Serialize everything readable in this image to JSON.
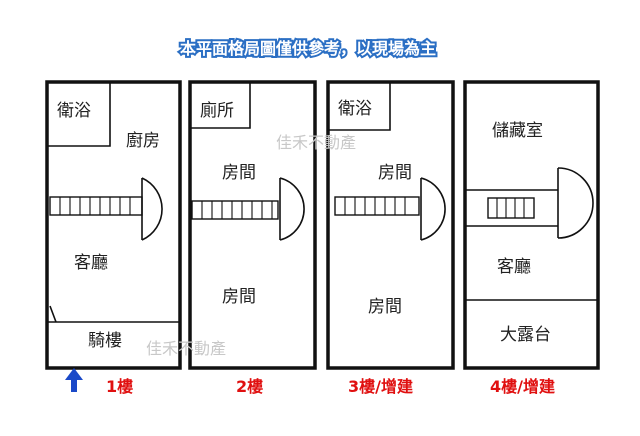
{
  "title": "本平面格局圖僅供參考，以現場為主",
  "watermark": "佳禾不動產",
  "colors": {
    "title_outline": "#2b6fc4",
    "floor_label": "#e01010",
    "arrow": "#1a49c8",
    "watermark": "#c8c8c8"
  },
  "entrance_icon": "up-arrow-icon",
  "floors": [
    {
      "label": "1樓",
      "rooms": [
        "衛浴",
        "廚房",
        "客廳",
        "騎樓"
      ]
    },
    {
      "label": "2樓",
      "rooms": [
        "廁所",
        "房間",
        "房間"
      ]
    },
    {
      "label": "3樓/增建",
      "rooms": [
        "衛浴",
        "房間",
        "房間"
      ]
    },
    {
      "label": "4樓/增建",
      "rooms": [
        "儲藏室",
        "客廳",
        "大露台"
      ]
    }
  ]
}
